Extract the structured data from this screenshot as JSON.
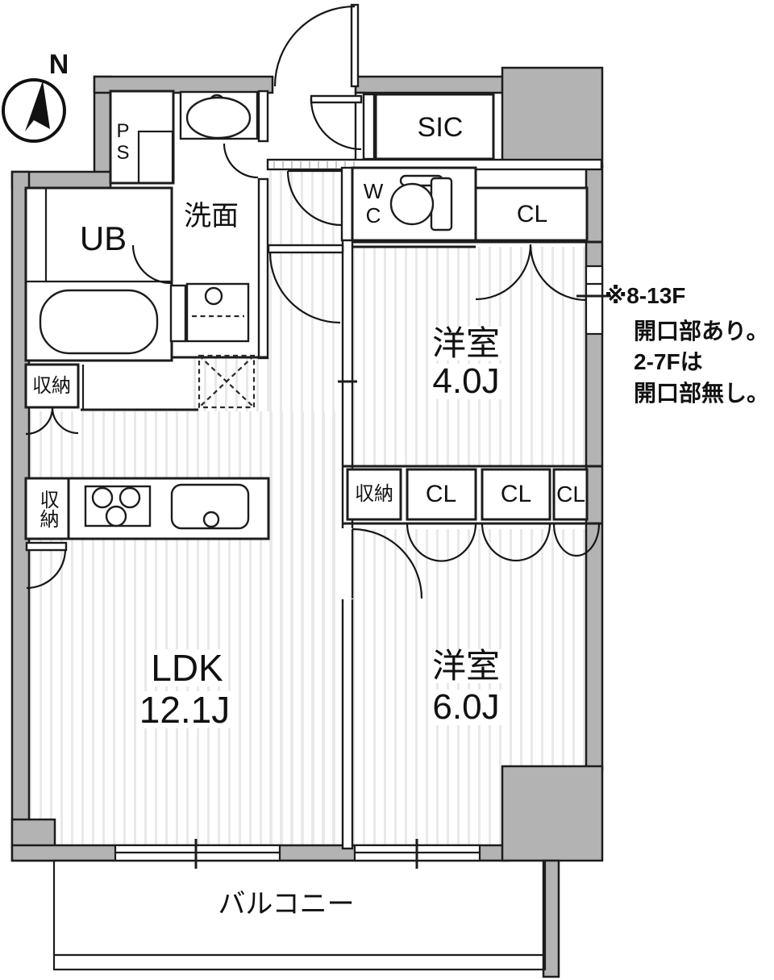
{
  "meta": {
    "type": "apartment-floor-plan"
  },
  "colors": {
    "wall": "#b3b3b3",
    "line": "#1c1c1c",
    "stripe": "#e9e9e9",
    "bg": "#ffffff"
  },
  "compass": {
    "north_label": "N"
  },
  "rooms": {
    "ldk": {
      "name": "LDK",
      "size": "12.1J"
    },
    "western_4": {
      "name": "洋室",
      "size": "4.0J"
    },
    "western_6": {
      "name": "洋室",
      "size": "6.0J"
    },
    "washroom": {
      "label": "洗面"
    },
    "unit_bath": {
      "label": "UB"
    },
    "toilet": {
      "label": "WC"
    },
    "shoe_closet": {
      "label": "SIC"
    },
    "pipe_space": {
      "label": "PS"
    },
    "balcony": {
      "label": "バルコニー"
    }
  },
  "storage": {
    "closet_top": {
      "label": "CL"
    },
    "closet_1": {
      "label": "CL"
    },
    "closet_2": {
      "label": "CL"
    },
    "closet_3": {
      "label": "CL"
    },
    "storage_ldk_upper": {
      "label": "収納"
    },
    "storage_kitchen": {
      "label": "収納"
    },
    "storage_mid": {
      "label": "収納"
    }
  },
  "note": {
    "lines": [
      "※8-13F",
      "開口部あり。",
      "2-7Fは",
      "開口部無し。"
    ]
  }
}
